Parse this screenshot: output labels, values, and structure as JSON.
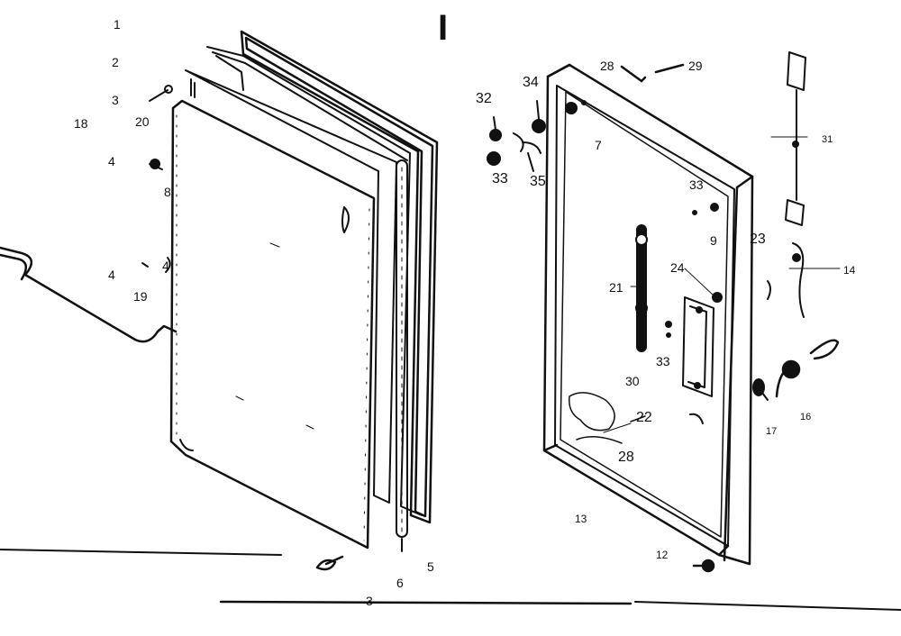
{
  "diagram": {
    "header_mark": "I",
    "line_color": "#111111",
    "paper_color": "#ffffff",
    "callouts": [
      {
        "id": "c1",
        "text": "1"
      },
      {
        "id": "c2",
        "text": "2"
      },
      {
        "id": "c3",
        "text": "3"
      },
      {
        "id": "c18",
        "text": "18"
      },
      {
        "id": "c20",
        "text": "20"
      },
      {
        "id": "c4a",
        "text": "4"
      },
      {
        "id": "c8",
        "text": "8"
      },
      {
        "id": "c4b",
        "text": "4"
      },
      {
        "id": "c19",
        "text": "19"
      },
      {
        "id": "c4c",
        "text": "4"
      },
      {
        "id": "c6",
        "text": "6"
      },
      {
        "id": "c5",
        "text": "5"
      },
      {
        "id": "c3b",
        "text": "3"
      },
      {
        "id": "c32",
        "text": "32"
      },
      {
        "id": "c34",
        "text": "34"
      },
      {
        "id": "c33a",
        "text": "33"
      },
      {
        "id": "c35",
        "text": "35"
      },
      {
        "id": "c28a",
        "text": "28"
      },
      {
        "id": "c29",
        "text": "29"
      },
      {
        "id": "c7",
        "text": "7"
      },
      {
        "id": "c31",
        "text": "31"
      },
      {
        "id": "c33b",
        "text": "33"
      },
      {
        "id": "c9",
        "text": "9"
      },
      {
        "id": "c23",
        "text": "23"
      },
      {
        "id": "c24",
        "text": "24"
      },
      {
        "id": "c14",
        "text": "14"
      },
      {
        "id": "c21",
        "text": "21"
      },
      {
        "id": "c33c",
        "text": "33"
      },
      {
        "id": "c30",
        "text": "30"
      },
      {
        "id": "c22",
        "text": "22"
      },
      {
        "id": "c28b",
        "text": "28"
      },
      {
        "id": "c16",
        "text": "16"
      },
      {
        "id": "c17",
        "text": "17"
      },
      {
        "id": "c13",
        "text": "13"
      },
      {
        "id": "c12",
        "text": "12"
      }
    ]
  }
}
